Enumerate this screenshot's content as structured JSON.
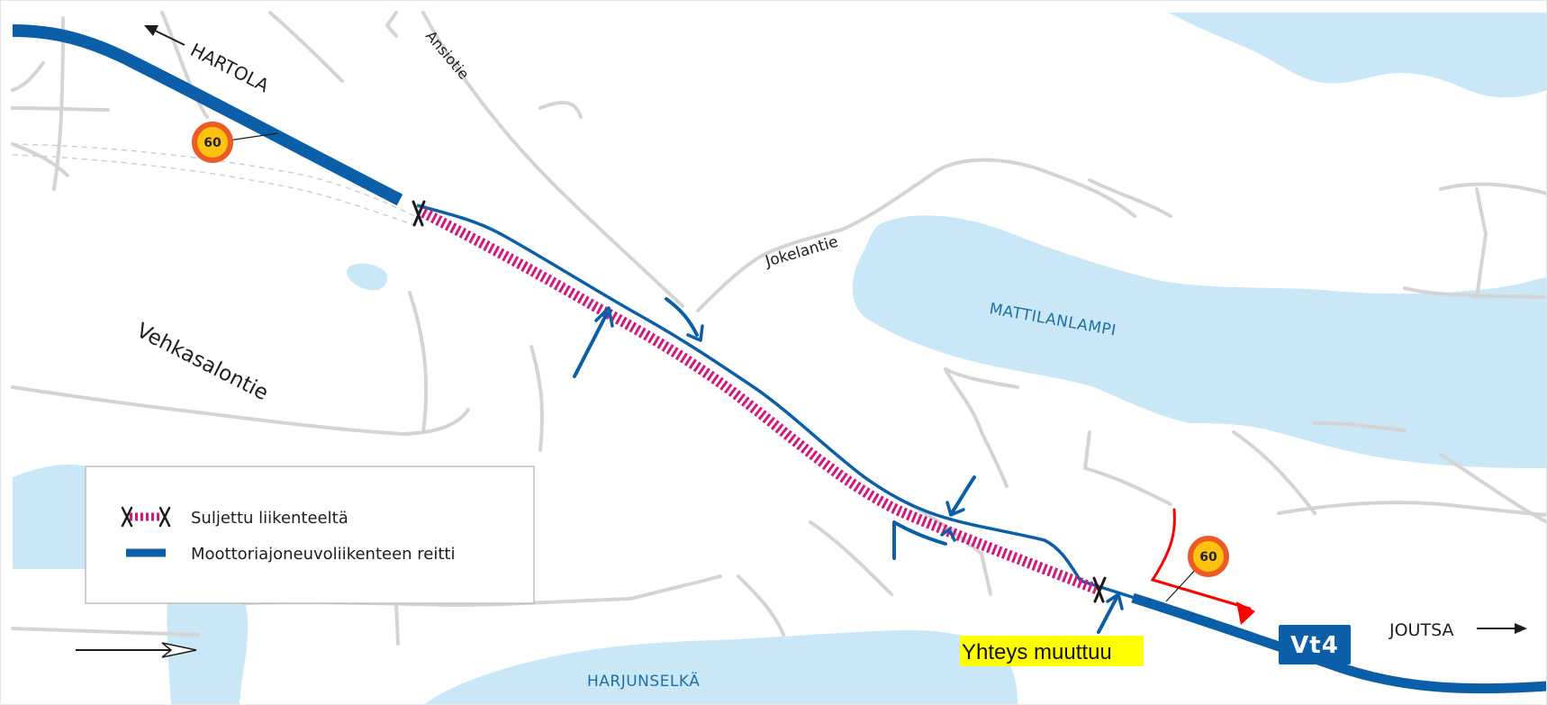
{
  "map": {
    "places": {
      "hartola": "HARTOLA",
      "joutsa": "JOUTSA"
    },
    "roads": {
      "ansiotie": "Ansiotie",
      "jokelantie": "Jokelantie",
      "vehkasalontie": "Vehkasalontie"
    },
    "lakes": {
      "mattilanlampi": "MATTILANLAMPI",
      "harjunselka": "HARJUNSELKÄ"
    },
    "highway_shield": "Vt4",
    "speed_limit_signs": [
      "60",
      "60"
    ],
    "note": "Yhteys muuttuu",
    "colors": {
      "water": "#c9e7f6",
      "road_minor": "#d4d4d4",
      "route": "#0b5ea8",
      "closed": "#d1187e",
      "note_highlight": "#ffff00",
      "change_arrow": "#ff0000",
      "speed_sign_ring": "#ec5b24",
      "speed_sign_fill": "#ffc20e"
    }
  },
  "legend": {
    "items": [
      {
        "symbol": "closed-section",
        "label": "Suljettu liikenteeltä"
      },
      {
        "symbol": "motor-vehicle-route",
        "label": "Moottoriajoneuvoliikenteen reitti"
      }
    ]
  }
}
